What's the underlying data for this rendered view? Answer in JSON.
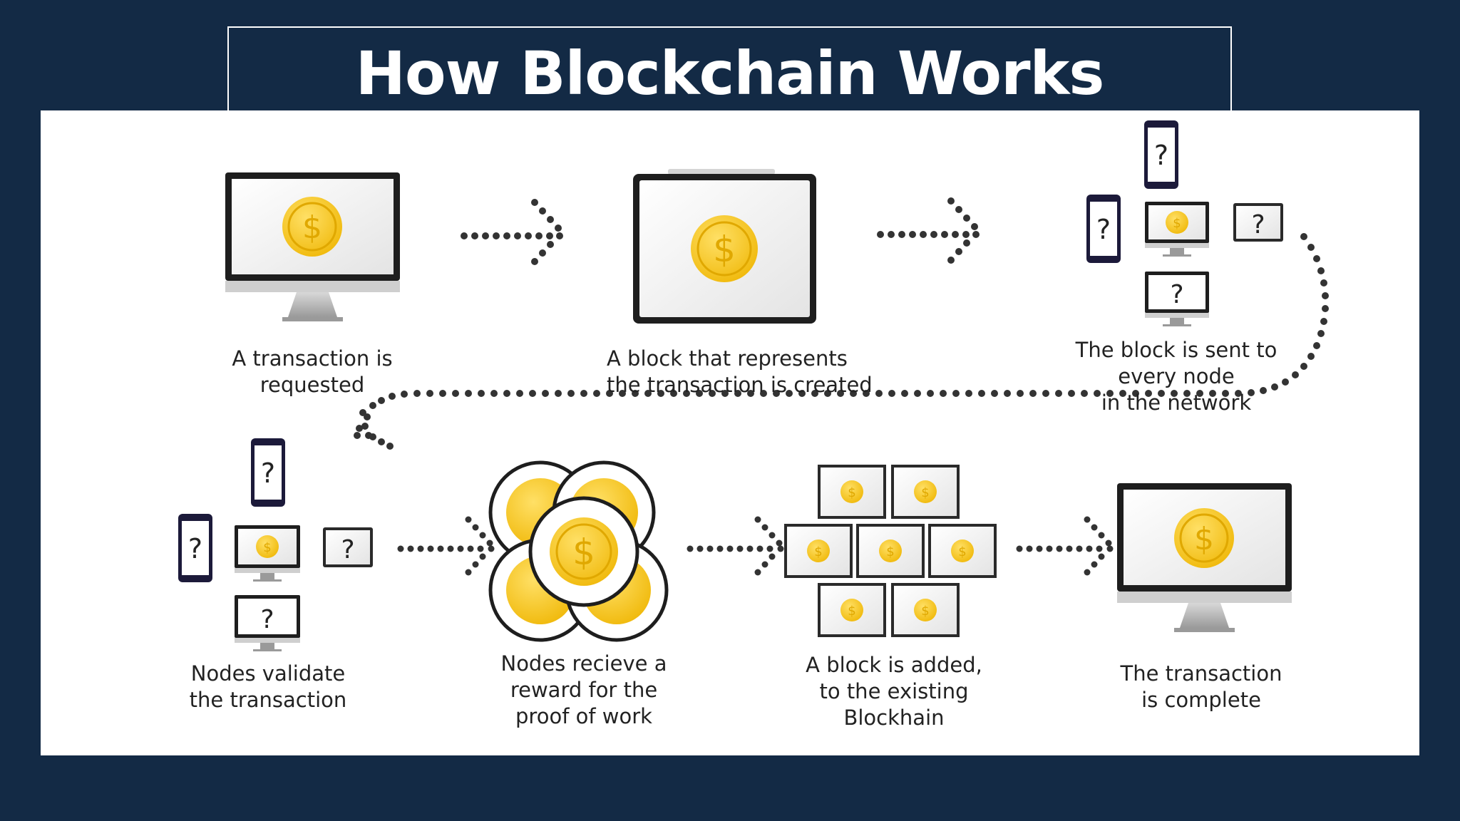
{
  "title": "How Blockchain Works",
  "colors": {
    "background": "#132a45",
    "panel": "#ffffff",
    "coin": "#f5c518",
    "coin_dark": "#d9a70d",
    "device": "#222222",
    "phone": "#1c1a3a",
    "arrow": "#333333"
  },
  "icons": {
    "coin_symbol": "$",
    "unknown_symbol": "?"
  },
  "steps": [
    {
      "id": "step-1",
      "icon": "desktop-coin-icon",
      "caption": [
        "A transaction is",
        "requested"
      ]
    },
    {
      "id": "step-2",
      "icon": "tablet-coin-icon",
      "caption": [
        "A block that represents",
        "the transaction is created"
      ]
    },
    {
      "id": "step-3",
      "icon": "network-nodes-icon",
      "caption": [
        "The block is sent to",
        "every node",
        "in the network"
      ]
    },
    {
      "id": "step-4",
      "icon": "validating-nodes-icon",
      "caption": [
        "Nodes validate",
        "the transaction"
      ]
    },
    {
      "id": "step-5",
      "icon": "reward-coins-icon",
      "caption": [
        "Nodes recieve a",
        "reward for the",
        "proof of work"
      ]
    },
    {
      "id": "step-6",
      "icon": "block-grid-icon",
      "caption": [
        "A block is added,",
        "to the existing",
        "Blockhain"
      ]
    },
    {
      "id": "step-7",
      "icon": "desktop-coin-icon",
      "caption": [
        "The transaction",
        "is complete"
      ]
    }
  ]
}
